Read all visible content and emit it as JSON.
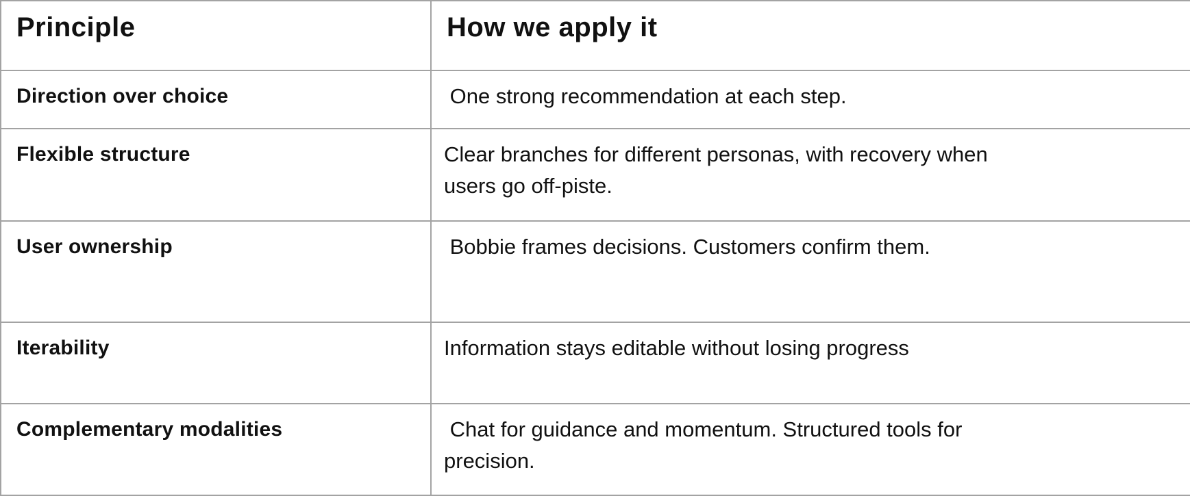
{
  "table": {
    "columns": [
      {
        "label": "Principle"
      },
      {
        "label": "How we apply it"
      }
    ],
    "rows": [
      {
        "principle": "Direction over choice",
        "application": " One strong recommendation at each step."
      },
      {
        "principle": "Flexible structure",
        "application": "Clear branches for different personas, with recovery when users go off-piste."
      },
      {
        "principle": "User ownership",
        "application": " Bobbie frames decisions. Customers confirm them."
      },
      {
        "principle": "Iterability",
        "application": "Information stays editable without losing progress"
      },
      {
        "principle": "Complementary modalities",
        "application": " Chat for guidance and momentum. Structured tools for precision."
      }
    ],
    "colors": {
      "border": "#a3a3a3",
      "text": "#111111",
      "background": "#ffffff"
    }
  }
}
